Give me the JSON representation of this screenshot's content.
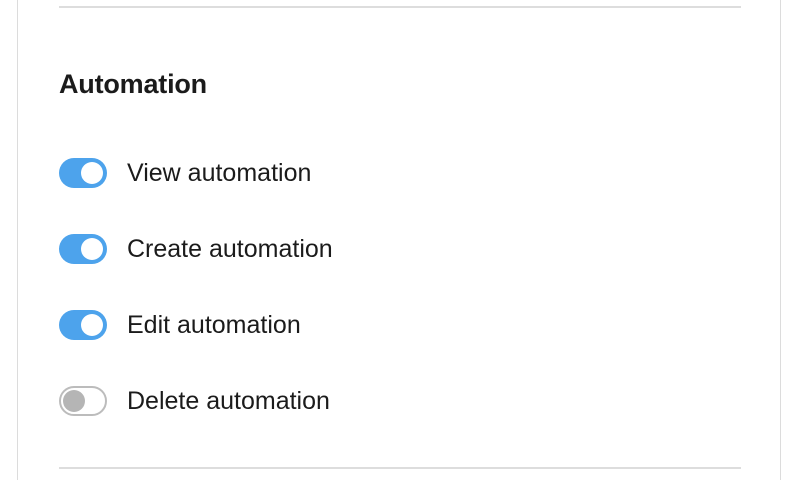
{
  "section": {
    "title": "Automation",
    "permissions": [
      {
        "label": "View automation",
        "enabled": true,
        "state_text": "on"
      },
      {
        "label": "Create automation",
        "enabled": true,
        "state_text": "on"
      },
      {
        "label": "Edit automation",
        "enabled": true,
        "state_text": "on"
      },
      {
        "label": "Delete automation",
        "enabled": false,
        "state_text": "off"
      }
    ]
  },
  "colors": {
    "toggle_on": "#4da3ec",
    "toggle_on_knob": "#ffffff",
    "toggle_off_border": "#bcbcbc",
    "toggle_off_knob": "#b5b5b5",
    "divider": "#dddddd",
    "edge_rule": "#dcdcdc",
    "text": "#1b1b1b",
    "background": "#ffffff"
  }
}
